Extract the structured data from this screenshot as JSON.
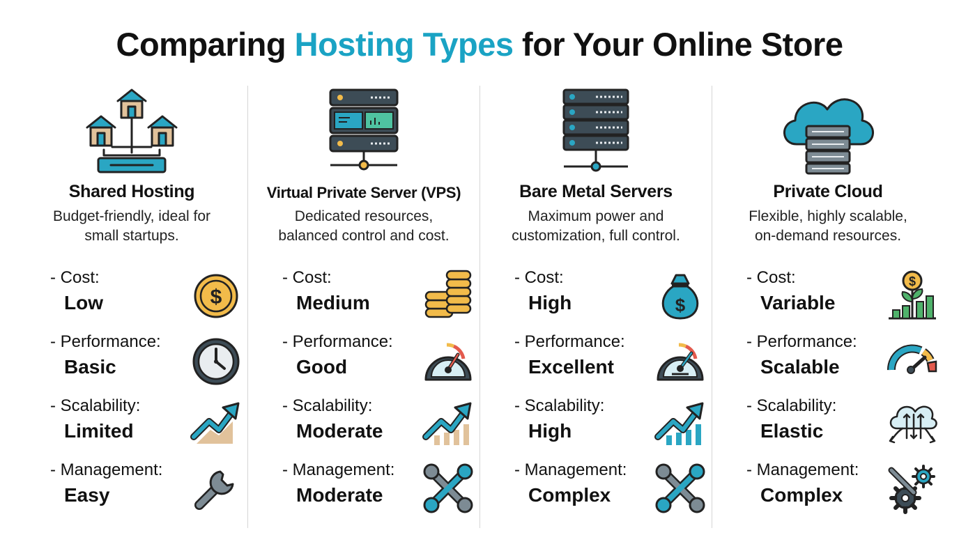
{
  "title": {
    "prefix": "Comparing ",
    "highlight": "Hosting Types",
    "suffix": " for Your Online Store"
  },
  "colors": {
    "accent": "#1aa3c4",
    "teal": "#2aa6c3",
    "dark_slate": "#3d4c56",
    "gold": "#f2bb4a",
    "tan": "#e1c29b",
    "red": "#e35a4d"
  },
  "columns": [
    {
      "icon": "shared-hosting-houses-icon",
      "title": "Shared Hosting",
      "desc_line1": "Budget-friendly, ideal for",
      "desc_line2": "small startups.",
      "features": [
        {
          "label": "- Cost:",
          "value": "Low",
          "icon": "coin-icon"
        },
        {
          "label": "- Performance:",
          "value": "Basic",
          "icon": "clock-icon"
        },
        {
          "label": "- Scalability:",
          "value": "Limited",
          "icon": "trend-arrow-icon"
        },
        {
          "label": "- Management:",
          "value": "Easy",
          "icon": "wrench-icon"
        }
      ]
    },
    {
      "icon": "vps-server-icon",
      "title": "Virtual Private Server (VPS)",
      "desc_line1": "Dedicated resources,",
      "desc_line2": "balanced control and cost.",
      "features": [
        {
          "label": "- Cost:",
          "value": "Medium",
          "icon": "coin-stack-icon"
        },
        {
          "label": "- Performance:",
          "value": "Good",
          "icon": "gauge-icon"
        },
        {
          "label": "- Scalability:",
          "value": "Moderate",
          "icon": "trend-arrow-icon"
        },
        {
          "label": "- Management:",
          "value": "Moderate",
          "icon": "crossed-wrenches-icon"
        }
      ]
    },
    {
      "icon": "server-rack-icon",
      "title": "Bare Metal Servers",
      "desc_line1": "Maximum power and",
      "desc_line2": "customization, full control.",
      "features": [
        {
          "label": "- Cost:",
          "value": "High",
          "icon": "money-bag-icon"
        },
        {
          "label": "- Performance:",
          "value": "Excellent",
          "icon": "gauge-icon"
        },
        {
          "label": "- Scalability:",
          "value": "High",
          "icon": "trend-arrow-icon"
        },
        {
          "label": "- Management:",
          "value": "Complex",
          "icon": "crossed-wrenches-icon"
        }
      ]
    },
    {
      "icon": "private-cloud-icon",
      "title": "Private Cloud",
      "desc_line1": "Flexible, highly scalable,",
      "desc_line2": "on-demand resources.",
      "features": [
        {
          "label": "- Cost:",
          "value": "Variable",
          "icon": "coin-plant-icon"
        },
        {
          "label": "- Performance:",
          "value": "Scalable",
          "icon": "speedometer-icon"
        },
        {
          "label": "- Scalability:",
          "value": "Elastic",
          "icon": "elastic-cloud-icon"
        },
        {
          "label": "- Management:",
          "value": "Complex",
          "icon": "wrench-gear-icon"
        }
      ]
    }
  ]
}
